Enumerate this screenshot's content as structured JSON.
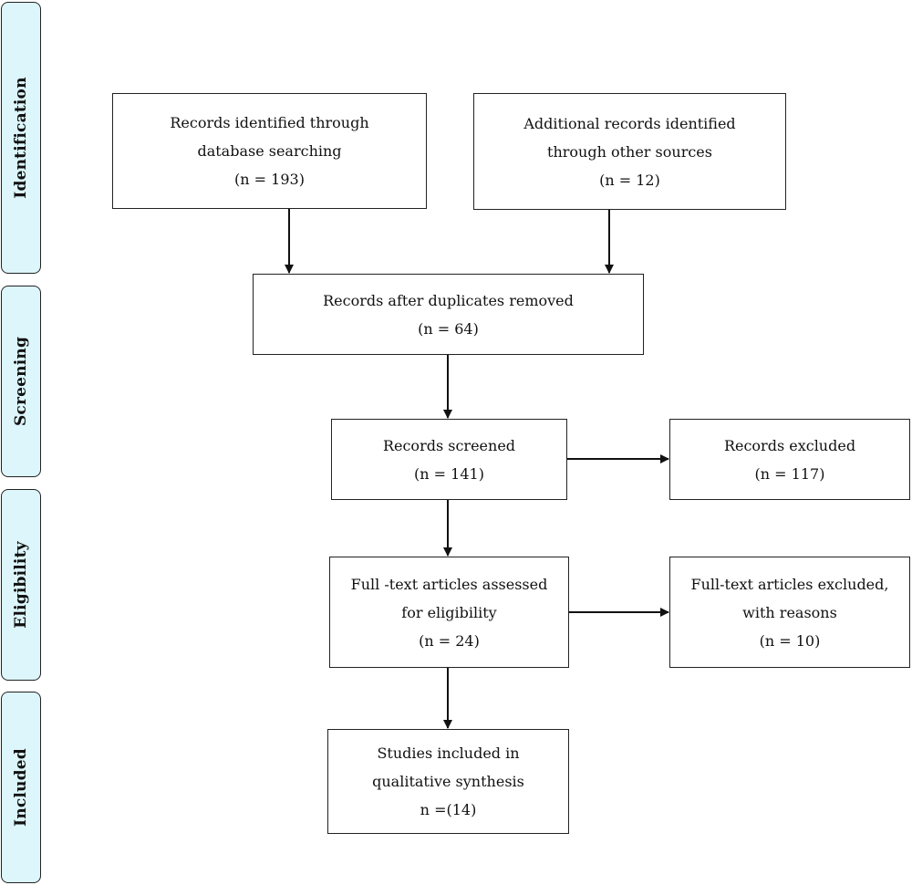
{
  "phases": {
    "identification": "Identification",
    "screening": "Screening",
    "eligibility": "Eligibility",
    "included": "Included"
  },
  "boxes": {
    "database_records": {
      "line1": "Records identified through",
      "line2": "database searching",
      "count": "(n = 193)"
    },
    "other_sources": {
      "line1": "Additional records identified",
      "line2": "through other sources",
      "count": "(n = 12)"
    },
    "after_duplicates": {
      "line1": "Records after duplicates removed",
      "count": "(n = 64)"
    },
    "screened": {
      "line1": "Records screened",
      "count": "(n = 141)"
    },
    "excluded": {
      "line1": "Records excluded",
      "count": "(n = 117)"
    },
    "full_text_assessed": {
      "line1": "Full -text articles assessed",
      "line2": "for eligibility",
      "count": "(n = 24)"
    },
    "full_text_excluded": {
      "line1": "Full-text articles excluded,",
      "line2": "with reasons",
      "count": "(n = 10)"
    },
    "included_studies": {
      "line1": "Studies included in",
      "line2": "qualitative synthesis",
      "count": "n =(14)"
    }
  }
}
